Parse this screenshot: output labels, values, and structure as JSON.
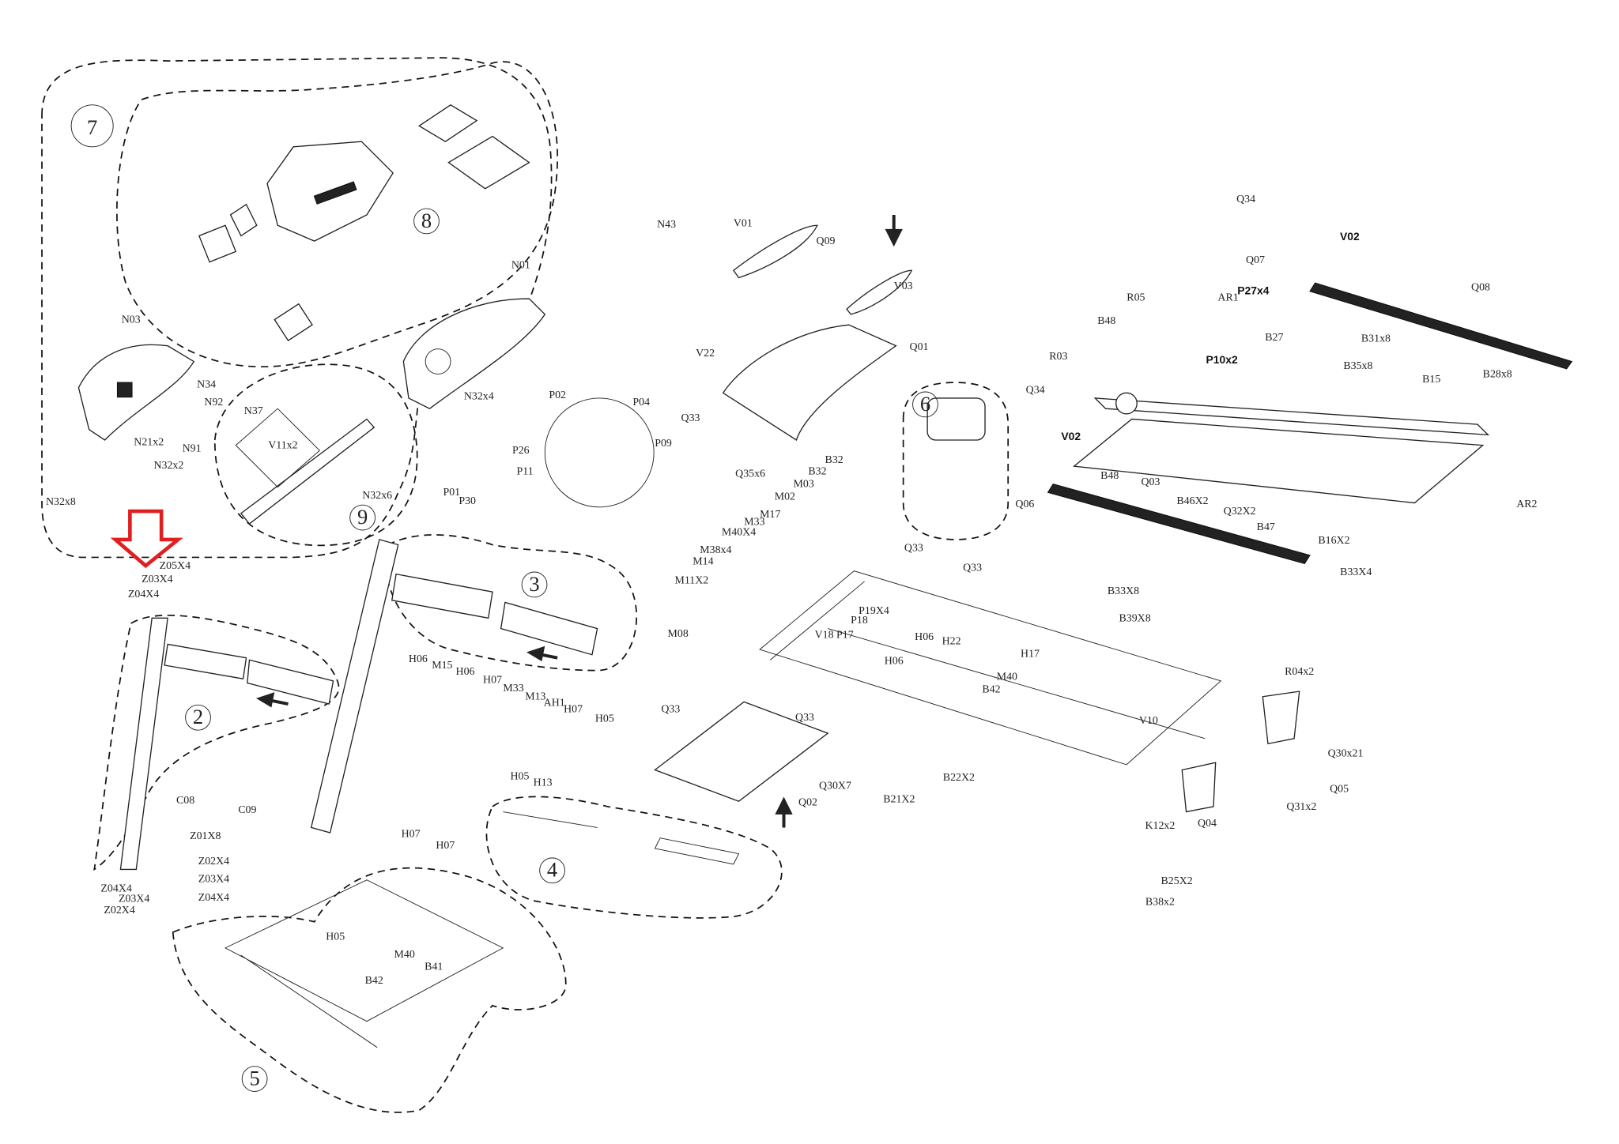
{
  "diagram": {
    "type": "exploded parts diagram",
    "accent_color": "#e02020",
    "groups": [
      "7",
      "8",
      "9",
      "3",
      "2",
      "4",
      "5",
      "6"
    ],
    "labels": [
      "N43",
      "N01",
      "N03",
      "N34",
      "N92",
      "N37",
      "V11x2",
      "N21x2",
      "N91",
      "N32x2",
      "N32x4",
      "N32x8",
      "N32x6",
      "P01",
      "P30",
      "P02",
      "P04",
      "P26",
      "P09",
      "P11",
      "Z05X4",
      "Z03X4",
      "Z04X4",
      "H06",
      "M15",
      "H06",
      "H07",
      "M33",
      "M13",
      "AH1",
      "H07",
      "H05",
      "H05",
      "H13",
      "H07",
      "H07",
      "C08",
      "C09",
      "Z01X8",
      "Z02X4",
      "Z03X4",
      "Z04X4",
      "Z04X4",
      "Z03X4",
      "Z02X4",
      "H05",
      "M40",
      "B41",
      "B42",
      "V01",
      "Q09",
      "V03",
      "V22",
      "Q01",
      "Q33",
      "Q35x6",
      "B32",
      "B32",
      "M03",
      "M02",
      "M17",
      "M33",
      "M40X4",
      "M38x4",
      "M14",
      "M11X2",
      "M08",
      "Q33",
      "Q33",
      "P19X4",
      "V18 P17",
      "P18",
      "H06",
      "H06",
      "H22",
      "H17",
      "M40",
      "B42",
      "Q33",
      "Q33",
      "Q02",
      "Q30X7",
      "B22X2",
      "B21X2",
      "Q34",
      "V02",
      "Q06",
      "B33X8",
      "B39X8",
      "V10",
      "K12x2",
      "B25X2",
      "B38x2",
      "Q04",
      "R04x2",
      "Q30x21",
      "Q05",
      "Q31x2",
      "Q34",
      "V02",
      "Q07",
      "Q08",
      "R05",
      "AR1",
      "P27x4",
      "B48",
      "B27",
      "B31x8",
      "R03",
      "P10x2",
      "B35x8",
      "B28x8",
      "B15",
      "B48",
      "Q03",
      "B46X2",
      "Q32X2",
      "B47",
      "B16X2",
      "B33X4",
      "AR2"
    ],
    "bold_labels": [
      "V02",
      "P27x4",
      "P10x2"
    ]
  }
}
